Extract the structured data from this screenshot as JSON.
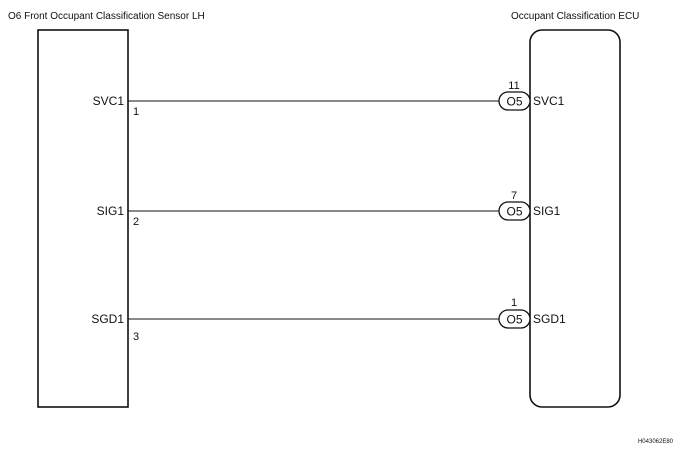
{
  "left_component": {
    "title": "O6  Front Occupant Classification Sensor LH"
  },
  "right_component": {
    "title": "Occupant Classification ECU"
  },
  "wires": [
    {
      "left_terminal": "SVC1",
      "left_pin": "1",
      "right_pin": "11",
      "connector": "O5",
      "right_terminal": "SVC1"
    },
    {
      "left_terminal": "SIG1",
      "left_pin": "2",
      "right_pin": "7",
      "connector": "O5",
      "right_terminal": "SIG1"
    },
    {
      "left_terminal": "SGD1",
      "left_pin": "3",
      "right_pin": "1",
      "connector": "O5",
      "right_terminal": "SGD1"
    }
  ],
  "figure_id": "H043062E80"
}
